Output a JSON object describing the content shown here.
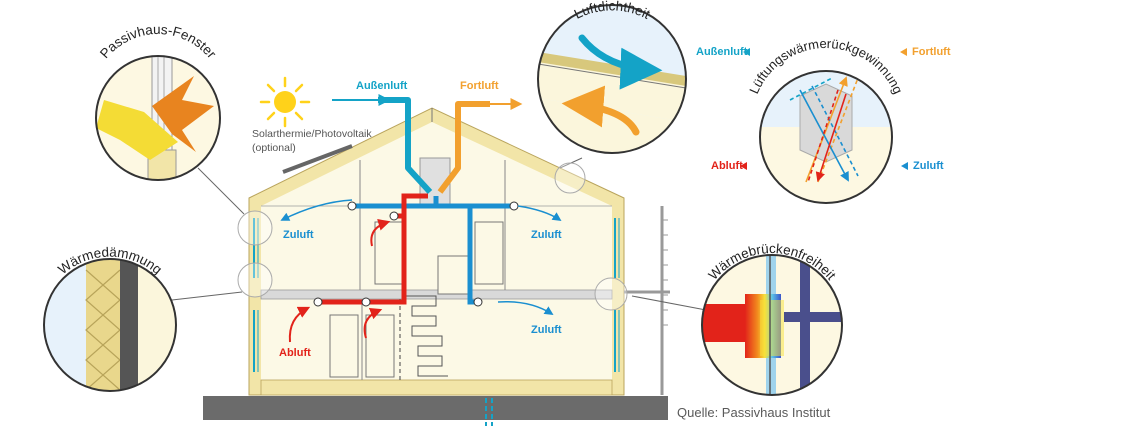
{
  "labels": {
    "passivhaus_fenster": "Passivhaus-Fenster",
    "waermedaemmung": "Wärmedämmung",
    "luftdichtheit": "Luftdichtheit",
    "lueftung_wrg": "Lüftungswärmerückgewinnung",
    "waermebrueckenfreiheit": "Wärmebrückenfreiheit",
    "solar_line1": "Solarthermie/Photovoltaik",
    "solar_line2": "(optional)",
    "aussenluft": "Außenluft",
    "fortluft": "Fortluft",
    "zuluft": "Zuluft",
    "abluft": "Abluft",
    "source": "Quelle: Passivhaus Institut"
  },
  "colors": {
    "supply_blue": "#1a8fd0",
    "outside_cyan": "#14a3c7",
    "exhaust_orange": "#f2a02e",
    "extract_red": "#e2231a",
    "insulation": "#f2e5a8",
    "interior": "#fcf9e6",
    "ground": "#6b6b6b",
    "outline": "#444444"
  }
}
